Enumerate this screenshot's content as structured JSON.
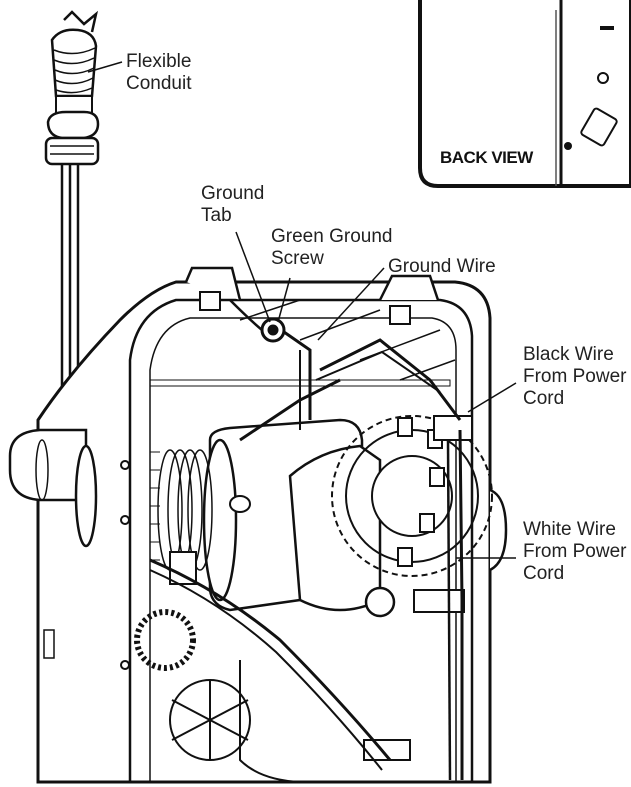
{
  "inset": {
    "title": "BACK VIEW"
  },
  "labels": {
    "flexible_conduit": [
      "Flexible",
      "Conduit"
    ],
    "ground_tab": [
      "Ground",
      "Tab"
    ],
    "green_ground_screw": [
      "Green Ground",
      "Screw"
    ],
    "ground_wire": [
      "Ground Wire"
    ],
    "black_wire": [
      "Black Wire",
      "From Power",
      "Cord"
    ],
    "white_wire": [
      "White Wire",
      "From Power",
      "Cord"
    ]
  }
}
